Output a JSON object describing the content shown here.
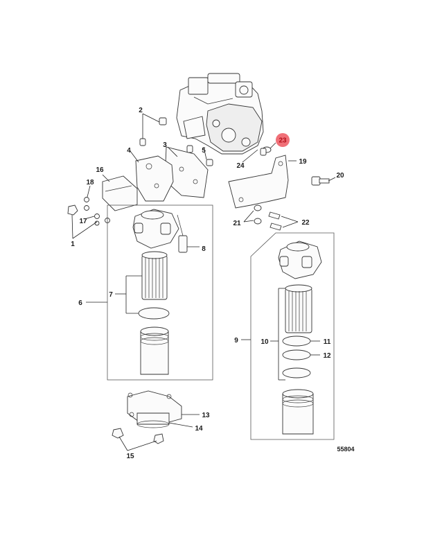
{
  "diagram": {
    "reference_number": "55804",
    "highlighted_callout": "23",
    "highlight_color": "#f07078",
    "callouts": [
      "1",
      "2",
      "3",
      "4",
      "5",
      "6",
      "7",
      "8",
      "9",
      "10",
      "11",
      "12",
      "13",
      "14",
      "15",
      "16",
      "17",
      "18",
      "19",
      "20",
      "21",
      "22",
      "23",
      "24"
    ]
  }
}
